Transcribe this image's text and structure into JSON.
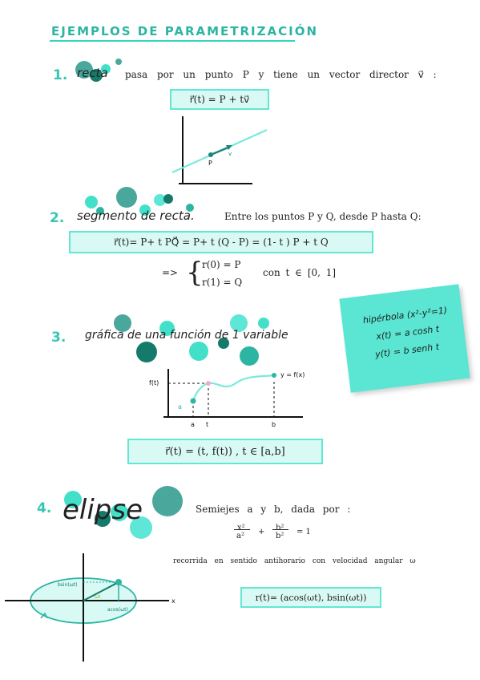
{
  "title": "EJEMPLOS DE PARAMETRIZACIÓN",
  "colors": {
    "accent": "#33d6c0",
    "dark_teal": "#147a6a",
    "mid_teal": "#4aa79c",
    "box_fill": "#d9f9f4",
    "sticky": "#5ae6d3"
  },
  "s1": {
    "num": "1.",
    "word": "recta",
    "text": "pasa por un punto P y tiene un vector director v⃗ :",
    "formula": "r⃗(t) = P + tv⃗",
    "graph": {
      "point": "P",
      "vec": "v"
    }
  },
  "s2": {
    "num": "2.",
    "word": "segmento de recta.",
    "text": "Entre los puntos P y Q, desde P hasta Q:",
    "formula": "r⃗(t)= P+ t PQ⃗ = P+ t (Q - P) = (1- t ) P + t Q",
    "arrow": "=>",
    "cond1": "r(0) = P",
    "cond2": "r(1) = Q",
    "cond_text": "con t ∈ [0, 1]"
  },
  "s3": {
    "num": "3.",
    "word": "gráfica de una función de 1 variable",
    "formula": "r⃗(t) = (t, f(t)) , t ∈ [a,b]",
    "graph": {
      "ylabel": "f(t)",
      "curve": "y = f(x)",
      "a": "a",
      "t": "t",
      "b": "b",
      "ptA": "a"
    }
  },
  "sticky": {
    "l1": "hipérbola (x²-y²=1)",
    "l2": "x(t) = a cosh t",
    "l3": "y(t) = b senh t"
  },
  "s4": {
    "num": "4.",
    "word": "elipse",
    "text": "Semiejes a y b, dada por :",
    "eq_x_num": "x²",
    "eq_x_den": "a²",
    "eq_plus": "+",
    "eq_y_num": "b²",
    "eq_y_den": "b²",
    "eq_eq": "= 1",
    "text2": "recorrida en sentido antihorario con velocidad angular ω",
    "formula": "r(t)= (acos(ωt), bsin(ωt))",
    "graph": {
      "xlabel": "x",
      "sin": "bsin(ωt)",
      "cos": "acos(ωt)",
      "angle": "ωt"
    }
  }
}
